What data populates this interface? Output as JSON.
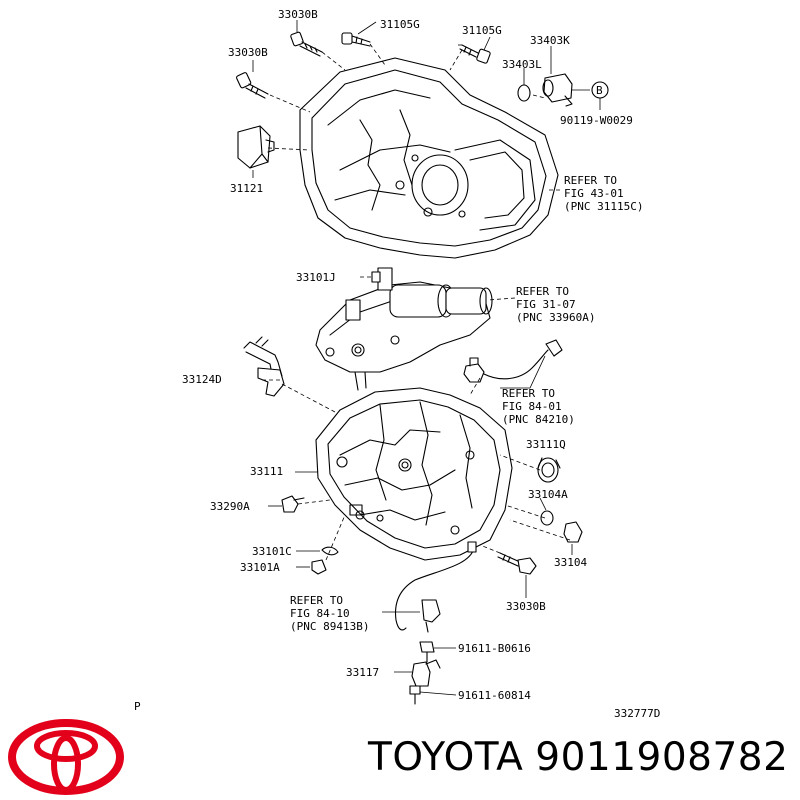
{
  "diagram": {
    "labels": {
      "l33030b_top": "33030B",
      "l31105g_a": "31105G",
      "l31105g_b": "31105G",
      "l33403k": "33403K",
      "l33030b_left": "33030B",
      "l33403l": "33403L",
      "lb_circle": "B",
      "l90119": "90119-W0029",
      "l31121": "31121",
      "ref1_a": "REFER TO",
      "ref1_b": "FIG 43-01",
      "ref1_c": "(PNC 31115C)",
      "l33101j": "33101J",
      "ref2_a": "REFER TO",
      "ref2_b": "FIG 31-07",
      "ref2_c": "(PNC 33960A)",
      "l33124d": "33124D",
      "ref3_a": "REFER TO",
      "ref3_b": "FIG 84-01",
      "ref3_c": "(PNC 84210)",
      "l33111q": "33111Q",
      "l33111": "33111",
      "l33104a": "33104A",
      "l33290a": "33290A",
      "l33101c": "33101C",
      "l33104": "33104",
      "l33101a": "33101A",
      "ref4_a": "REFER TO",
      "ref4_b": "FIG 84-10",
      "ref4_c": "(PNC 89413B)",
      "l33030b_bottom": "33030B",
      "l91611_b0616": "91611-B0616",
      "l33117": "33117",
      "l91611_60814": "91611-60814",
      "corner_p": "P",
      "ref_code": "332777D"
    }
  },
  "footer": {
    "brand": "TOYOTA",
    "part_number": "9011908782",
    "logo_icon": "toyota-logo-icon",
    "logo_color": "#e3001b"
  }
}
